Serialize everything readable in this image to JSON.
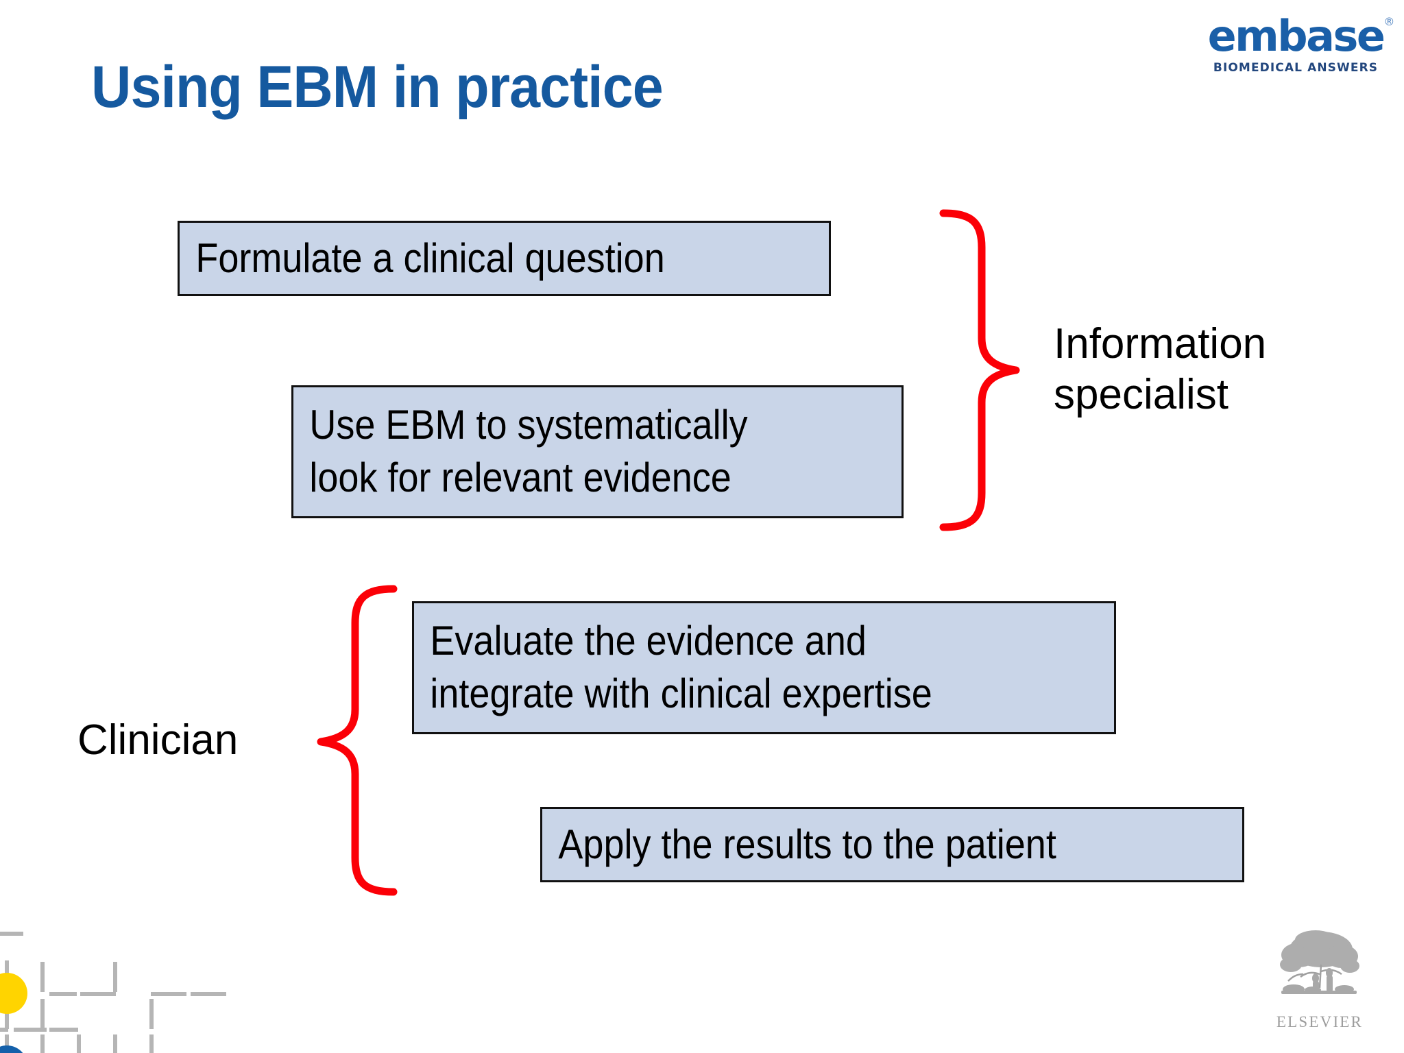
{
  "slide": {
    "title": "Using EBM in practice",
    "title_color": "#15599F",
    "background_color": "#FFFFFF"
  },
  "brand": {
    "embase": {
      "wordmark": "embase",
      "registered_mark": "®",
      "tagline": "BIOMEDICAL ANSWERS",
      "color": "#1A5FA8"
    },
    "elsevier": {
      "wordmark": "ELSEVIER",
      "color": "#9D9D9D"
    }
  },
  "diagram": {
    "box_fill": "#C9D5E8",
    "box_border": "#111111",
    "brace_color": "#FB0007",
    "steps": [
      {
        "id": "formulate",
        "text": "Formulate a clinical question",
        "role": "information-specialist"
      },
      {
        "id": "use-ebm",
        "text": "Use EBM to systematically\nlook for relevant evidence",
        "role": "information-specialist"
      },
      {
        "id": "evaluate",
        "text": "Evaluate the evidence and\nintegrate with clinical expertise",
        "role": "clinician"
      },
      {
        "id": "apply",
        "text": "Apply the results to the patient",
        "role": "clinician"
      }
    ],
    "roles": [
      {
        "id": "information-specialist",
        "label": "Information\nspecialist"
      },
      {
        "id": "clinician",
        "label": "Clinician"
      }
    ]
  },
  "decoration": {
    "dot_colors": {
      "orange": "#EE7D23",
      "yellow": "#FFD400",
      "lilac": "#D9A5D0",
      "blue": "#1460AA"
    },
    "grid_line_color": "#B5B5B5"
  }
}
